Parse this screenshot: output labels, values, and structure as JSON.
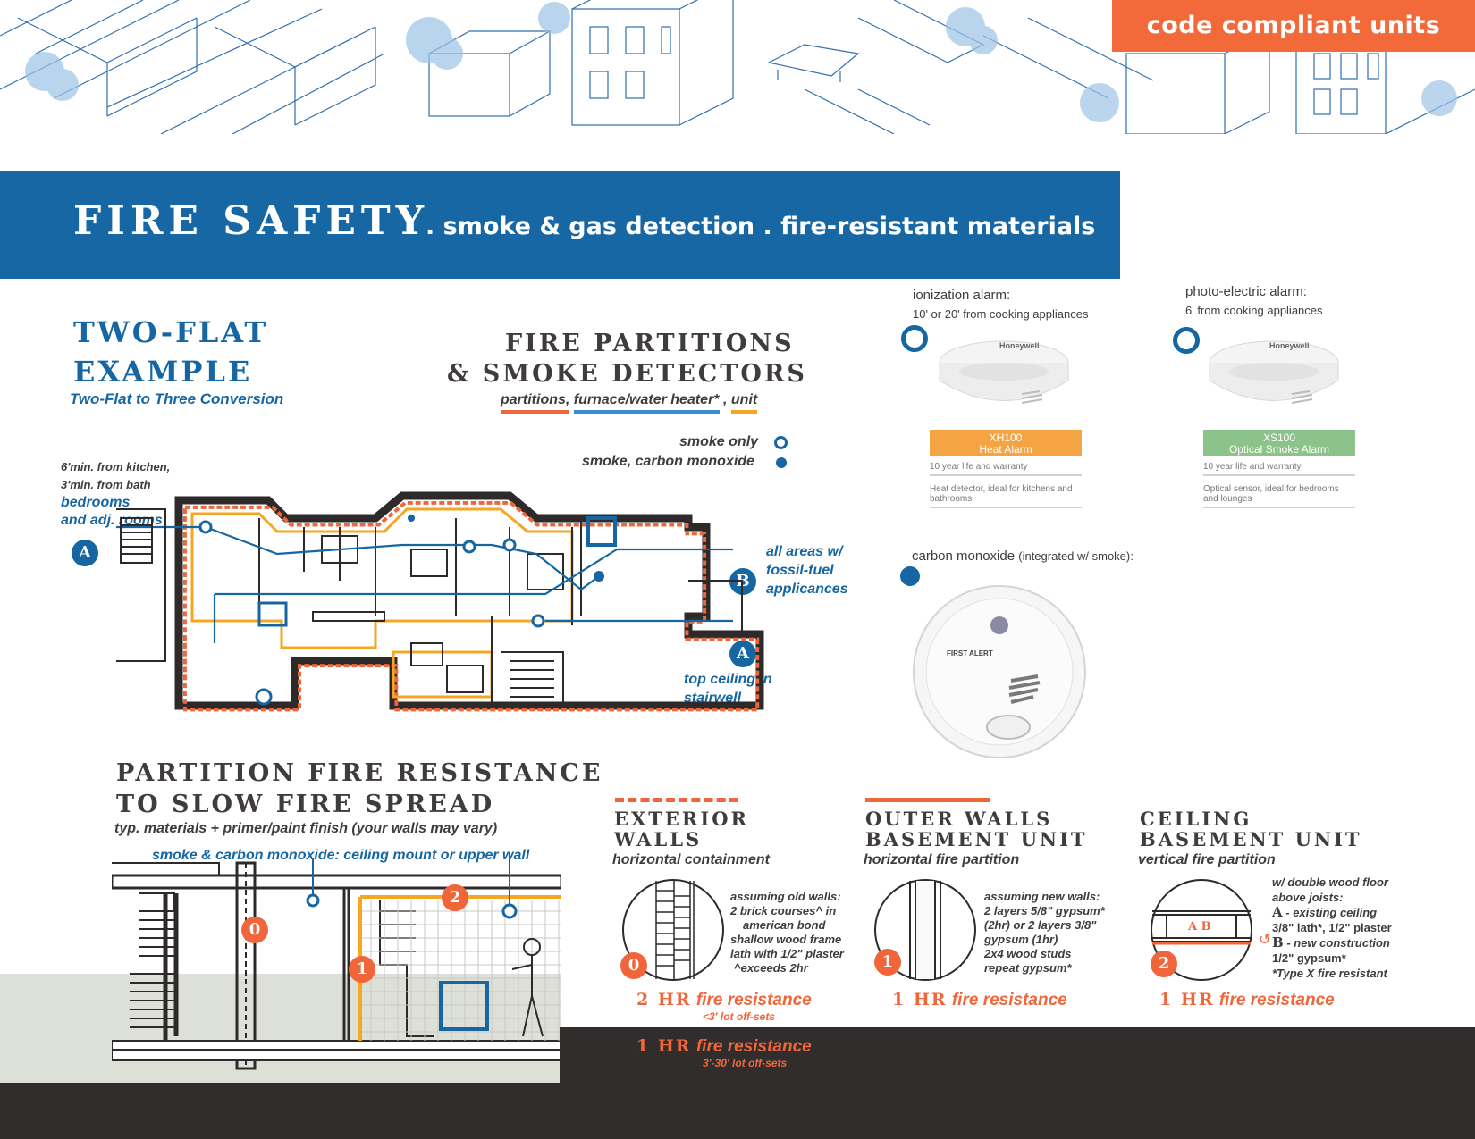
{
  "header": {
    "tag": "code compliant units",
    "title": "FIRE SAFETY",
    "subtitle": ". smoke & gas detection . fire-resistant materials"
  },
  "example": {
    "title_line1": "TWO-FLAT",
    "title_line2": "EXAMPLE",
    "subtitle": "Two-Flat to Three Conversion"
  },
  "partitions": {
    "title_line1": "FIRE PARTITIONS",
    "title_line2": "& SMOKE DETECTORS",
    "legend_partitions": "partitions,",
    "legend_furnace": "furnace/water heater*",
    "legend_sep": ",",
    "legend_unit": "unit",
    "key_smoke": "smoke only",
    "key_co": "smoke, carbon monoxide"
  },
  "plan_notes": {
    "left_line1": "6'min. from kitchen,",
    "left_line2": "3'min. from bath",
    "left_line3": "bedrooms",
    "left_line4": "and adj. rooms",
    "right_b_line1": "all areas w/",
    "right_b_line2": "fossil-fuel",
    "right_b_line3": "applicances",
    "right_a_line1": "top ceiling in",
    "right_a_line2": "stairwell",
    "badge_a": "A",
    "badge_b": "B"
  },
  "alarms": {
    "ionization_title": "ionization alarm:",
    "ionization_sub": "10' or 20' from cooking appliances",
    "photo_title": "photo-electric alarm:",
    "photo_sub": "6' from cooking appliances",
    "co_title": "carbon monoxide",
    "co_sub": "(integrated w/ smoke):",
    "xh_brand": "Honeywell",
    "xh_model": "XH100",
    "xh_type": "Heat Alarm",
    "xh_warranty": "10 year life and warranty",
    "xh_desc": "Heat detector, ideal for kitchens and bathrooms",
    "xs_brand": "Honeywell",
    "xs_model": "XS100",
    "xs_type": "Optical Smoke Alarm",
    "xs_warranty": "10 year life and warranty",
    "xs_desc": "Optical sensor, ideal for bedrooms and lounges",
    "co_brand": "FIRST ALERT",
    "xh_color": "#f5a444",
    "xs_color": "#8cc38a"
  },
  "resistance": {
    "title_line1": "PARTITION FIRE RESISTANCE",
    "title_line2": "TO SLOW FIRE SPREAD",
    "subtitle": "typ. materials + primer/paint finish (your walls may vary)",
    "mount_note": "smoke & carbon monoxide: ceiling mount or upper wall",
    "markers": [
      "0",
      "1",
      "2"
    ]
  },
  "exterior": {
    "title_line1": "EXTERIOR",
    "title_line2": "WALLS",
    "subtitle": "horizontal containment",
    "lines": [
      "assuming old walls:",
      "2 brick courses^ in",
      "american bond",
      "shallow wood frame",
      "lath with 1/2\" plaster",
      "^exceeds 2hr"
    ],
    "marker": "0",
    "fr1_num": "2 HR",
    "fr1_text": "fire resistance",
    "fr1_note": "<3' lot off-sets",
    "fr2_num": "1 HR",
    "fr2_text": "fire resistance",
    "fr2_note": "3'-30' lot off-sets"
  },
  "outer": {
    "title_line1": "OUTER WALLS",
    "title_line2": "BASEMENT UNIT",
    "subtitle": "horizontal fire partition",
    "lines": [
      "assuming new walls:",
      "2 layers 5/8\" gypsum*",
      "(2hr) or 2 layers 3/8\"",
      "gypsum (1hr)",
      "2x4 wood studs",
      "repeat gypsum*"
    ],
    "marker": "1",
    "fr_num": "1 HR",
    "fr_text": "fire resistance"
  },
  "ceiling": {
    "title_line1": "CEILING",
    "title_line2": "BASEMENT UNIT",
    "subtitle": "vertical fire partition",
    "line1": "w/ double wood floor",
    "line2": "above joists:",
    "a_key": "A",
    "a_text": "- existing ceiling",
    "a_line2": "3/8\" lath*, 1/2\" plaster",
    "b_key": "B",
    "b_text": "- new construction",
    "b_line2": "1/2\" gypsum*",
    "note": "*Type X fire resistant",
    "marker": "2",
    "ab_label": "A B",
    "fr_num": "1 HR",
    "fr_text": "fire resistance"
  }
}
